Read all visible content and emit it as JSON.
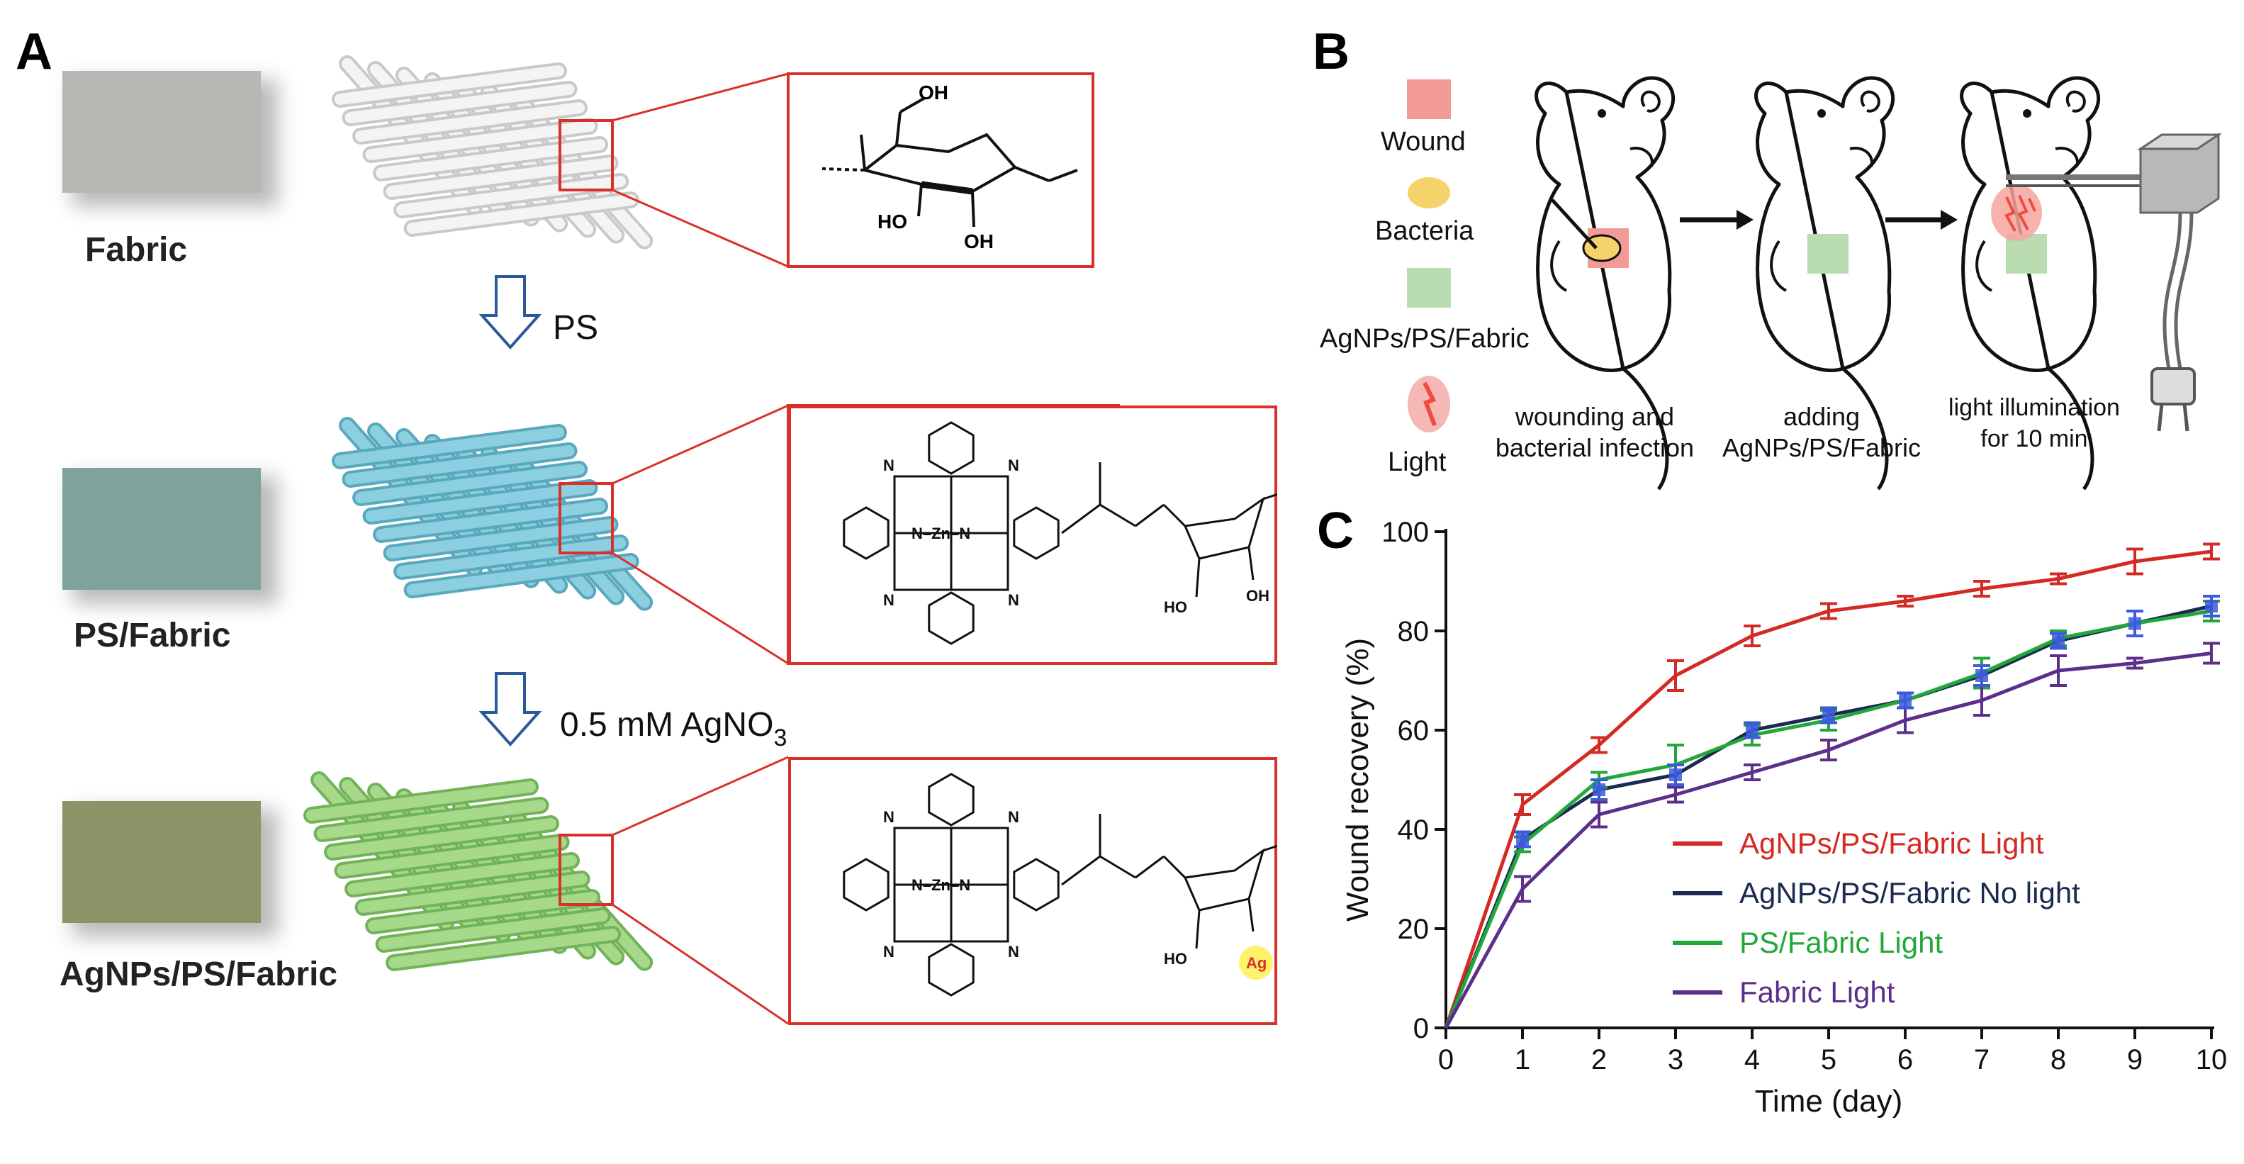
{
  "panels": {
    "a": {
      "letter": "A",
      "samples": [
        {
          "label": "Fabric",
          "swatch_color": "#b6b8b3",
          "fiber_color": "#f4f4f4",
          "fiber_shade": "#c9c9c9"
        },
        {
          "label": "PS/Fabric",
          "swatch_color": "#7fa39c",
          "fiber_color": "#8ccfe0",
          "fiber_shade": "#5aa8bd"
        },
        {
          "label": "AgNPs/PS/Fabric",
          "swatch_color": "#8b9466",
          "fiber_color": "#a6d98a",
          "fiber_shade": "#72b35a"
        }
      ],
      "steps": [
        {
          "label": "PS"
        },
        {
          "label_main": "0.5 mM AgNO",
          "label_sub": "3"
        }
      ],
      "structures": {
        "oh": "OH",
        "ho": "HO",
        "n": "N",
        "zn": "N–Zn–N",
        "ag": "Ag"
      }
    },
    "b": {
      "letter": "B",
      "legend": [
        {
          "label": "Wound",
          "color": "#f29a95"
        },
        {
          "label": "Bacteria",
          "color": "#f6d36a"
        },
        {
          "label": "AgNPs/PS/Fabric",
          "color": "#b9ddb0"
        },
        {
          "label": "Light",
          "color": "#ef4b3f"
        }
      ],
      "captions": [
        {
          "line1": "wounding and",
          "line2": "bacterial infection"
        },
        {
          "line1": "adding",
          "line2": "AgNPs/PS/Fabric"
        },
        {
          "line1": "light illumination",
          "line2": "for 10 min"
        }
      ]
    },
    "c": {
      "letter": "C"
    }
  },
  "chart_data": {
    "type": "line",
    "xlabel": "Time (day)",
    "ylabel": "Wound recovery (%)",
    "xlim": [
      0,
      10
    ],
    "ylim": [
      0,
      100
    ],
    "xticks": [
      0,
      1,
      2,
      3,
      4,
      5,
      6,
      7,
      8,
      9,
      10
    ],
    "yticks": [
      0,
      20,
      40,
      60,
      80,
      100
    ],
    "grid": false,
    "legend_position": "lower-right",
    "x": [
      0,
      1,
      2,
      3,
      4,
      5,
      6,
      7,
      8,
      9,
      10
    ],
    "series": [
      {
        "name": "AgNPs/PS/Fabric Light",
        "color": "#d42a24",
        "values": [
          0,
          45,
          57,
          71,
          79,
          84,
          86,
          88.5,
          90.5,
          94,
          96
        ],
        "errors": [
          0,
          2,
          1.5,
          3,
          2,
          1.5,
          1,
          1.5,
          1,
          2.5,
          1.5
        ]
      },
      {
        "name": "AgNPs/PS/Fabric No light",
        "color": "#1b2a52",
        "values": [
          0,
          38,
          48,
          51,
          60,
          63,
          66,
          71,
          78,
          81.5,
          85
        ],
        "errors": [
          0,
          1.5,
          2,
          2,
          1.5,
          1.5,
          1.5,
          2,
          1.5,
          2.5,
          2
        ]
      },
      {
        "name": "PS/Fabric Light",
        "color": "#22a83a",
        "values": [
          0,
          37,
          50,
          53,
          59,
          62,
          66,
          71.5,
          78.5,
          81.5,
          84
        ],
        "errors": [
          0,
          1.5,
          1.5,
          4,
          2,
          2,
          1.5,
          3,
          1.5,
          2.5,
          2
        ]
      },
      {
        "name": "Fabric Light",
        "color": "#5b2f8a",
        "values": [
          0,
          28,
          43,
          47,
          51.5,
          56,
          62,
          66,
          72,
          73.5,
          75.5
        ],
        "errors": [
          0,
          2.5,
          2.5,
          1.5,
          1.5,
          2,
          2.5,
          3,
          3,
          1,
          2
        ]
      },
      {
        "name": "",
        "color": "#3b5bdb",
        "values": [
          0,
          38,
          48,
          51,
          60,
          63,
          66,
          71,
          78,
          81.5,
          85
        ],
        "errors": [
          0,
          1.5,
          2,
          2,
          1.5,
          1.5,
          1.5,
          2,
          1.5,
          2.5,
          2
        ],
        "markers_only": true
      }
    ]
  }
}
